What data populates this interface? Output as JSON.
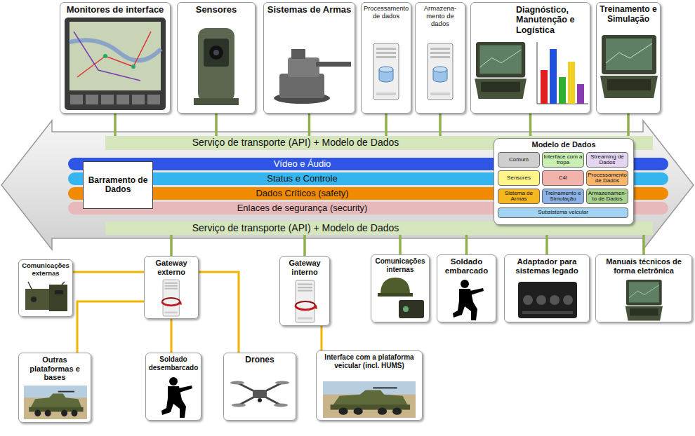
{
  "diagram": {
    "nodes": [
      {
        "text": [
          "Monitores de interface"
        ]
      },
      {
        "text": [
          "Sensores"
        ]
      },
      {
        "text": [
          "Sistemas de Armas"
        ]
      },
      {
        "text": [
          "Processamento de dados"
        ]
      },
      {
        "text": [
          "Armazena- mento de dados"
        ]
      },
      {
        "text": [
          "Diagnóstico, Manutenção e Logística"
        ]
      },
      {
        "text": [
          "Treinamento e Simulação"
        ]
      },
      {
        "text": [
          "Serviço de transporte (API) + Modelo de Dados"
        ]
      },
      {
        "text": [
          "Vídeo e Áudio"
        ]
      },
      {
        "text": [
          "Status e Controle"
        ]
      },
      {
        "text": [
          "Dados Críticos (safety)"
        ]
      },
      {
        "text": [
          "Enlaces de segurança (security)"
        ]
      },
      {
        "text": [
          "Barramento de Dados"
        ]
      },
      {
        "text": [
          "Modelo de Dados"
        ]
      },
      {
        "text": [
          "Comum"
        ],
        "in": 13
      },
      {
        "text": [
          "Interface com a tropa"
        ],
        "in": 13
      },
      {
        "text": [
          "Streaming de Dados"
        ],
        "in": 13
      },
      {
        "text": [
          "Sensores"
        ],
        "in": 13
      },
      {
        "text": [
          "C4I"
        ],
        "in": 13
      },
      {
        "text": [
          "Processamento de Dados"
        ],
        "in": 13
      },
      {
        "text": [
          "Sistema de Armas"
        ],
        "in": 13
      },
      {
        "text": [
          "Treinamento e Simulação"
        ],
        "in": 13
      },
      {
        "text": [
          "Armazenamen- to de Dados"
        ],
        "in": 13
      },
      {
        "text": [
          "Subsistema veicular"
        ],
        "in": 13
      },
      {
        "text": [
          "Serviço de transporte (API) + Modelo de Dados"
        ]
      },
      {
        "text": [
          "Comunicações externas"
        ]
      },
      {
        "text": [
          "Gateway externo"
        ]
      },
      {
        "text": [
          "Gateway interno"
        ]
      },
      {
        "text": [
          "Comunicações internas"
        ]
      },
      {
        "text": [
          "Soldado embarcado"
        ]
      },
      {
        "text": [
          "Adaptador para sistemas legado"
        ]
      },
      {
        "text": [
          "Manuais técnicos de forma eletrônica"
        ]
      },
      {
        "text": [
          "Outras plataformas e bases"
        ]
      },
      {
        "text": [
          "Soldado desembarcado"
        ]
      },
      {
        "text": [
          "Drones"
        ]
      },
      {
        "text": [
          "Interface com a plataforma veicular (incl. HUMS)"
        ]
      }
    ],
    "edges": [
      {
        "from": 0,
        "to": 7,
        "arrow": "none"
      },
      {
        "from": 1,
        "to": 7,
        "arrow": "none"
      },
      {
        "from": 2,
        "to": 7,
        "arrow": "none"
      },
      {
        "from": 3,
        "to": 7,
        "arrow": "none"
      },
      {
        "from": 4,
        "to": 7,
        "arrow": "none"
      },
      {
        "from": 5,
        "to": 7,
        "arrow": "none"
      },
      {
        "from": 6,
        "to": 7,
        "arrow": "none"
      },
      {
        "from": 24,
        "to": 26,
        "arrow": "none"
      },
      {
        "from": 24,
        "to": 27,
        "arrow": "none"
      },
      {
        "from": 24,
        "to": 28,
        "arrow": "none"
      },
      {
        "from": 24,
        "to": 29,
        "arrow": "none"
      },
      {
        "from": 24,
        "to": 30,
        "arrow": "none"
      },
      {
        "from": 24,
        "to": 31,
        "arrow": "none"
      },
      {
        "from": 26,
        "to": 25,
        "arrow": "none"
      },
      {
        "from": 26,
        "to": 32,
        "arrow": "none"
      },
      {
        "from": 26,
        "to": 33,
        "arrow": "none"
      },
      {
        "from": 26,
        "to": 34,
        "arrow": "none"
      },
      {
        "from": 27,
        "to": 35,
        "arrow": "none"
      }
    ]
  }
}
